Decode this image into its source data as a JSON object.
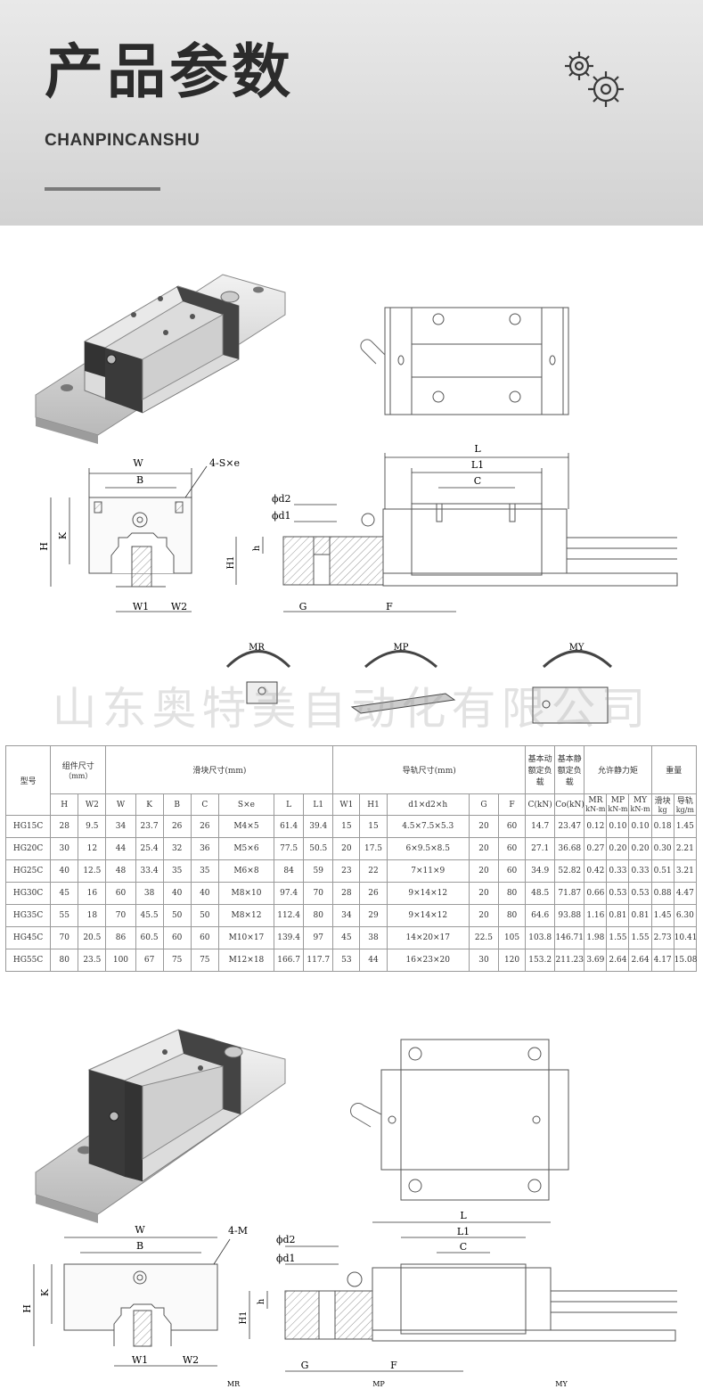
{
  "header": {
    "title": "产品参数",
    "subtitle": "CHANPINCANSHU"
  },
  "watermark": "山东奥特美自动化有限公司",
  "drawing1": {
    "labels": {
      "W": "W",
      "B": "B",
      "S": "4-S×e",
      "H": "H",
      "K": "K",
      "W1": "W1",
      "W2": "W2",
      "L": "L",
      "L1": "L1",
      "C": "C",
      "d2": "ϕd2",
      "d1": "ϕd1",
      "h": "h",
      "H1": "H1",
      "G": "G",
      "F": "F"
    },
    "moments": {
      "mr": "MR",
      "mp": "MP",
      "my": "MY"
    }
  },
  "table": {
    "groups": {
      "model": "型号",
      "assembly": "组件尺寸",
      "assembly_unit": "（mm）",
      "block": "滑块尺寸(mm)",
      "rail": "导轨尺寸(mm)",
      "dyn": "基本动额定负载",
      "stat": "基本静额定负载",
      "moment": "允许静力矩",
      "weight": "重量"
    },
    "cols": [
      "H",
      "W2",
      "W",
      "K",
      "B",
      "C",
      "S×e",
      "L",
      "L1",
      "W1",
      "H1",
      "d1×d2×h",
      "G",
      "F",
      "C(kN)",
      "Co(kN)",
      "MR",
      "MP",
      "MY",
      "滑块",
      "导轨"
    ],
    "units": {
      "mr": "kN-m",
      "mp": "kN-m",
      "my": "kN-m",
      "block": "kg",
      "rail": "kg/m"
    },
    "rows": [
      [
        "HG15C",
        "28",
        "9.5",
        "34",
        "23.7",
        "26",
        "26",
        "M4×5",
        "61.4",
        "39.4",
        "15",
        "15",
        "4.5×7.5×5.3",
        "20",
        "60",
        "14.7",
        "23.47",
        "0.12",
        "0.10",
        "0.10",
        "0.18",
        "1.45"
      ],
      [
        "HG20C",
        "30",
        "12",
        "44",
        "25.4",
        "32",
        "36",
        "M5×6",
        "77.5",
        "50.5",
        "20",
        "17.5",
        "6×9.5×8.5",
        "20",
        "60",
        "27.1",
        "36.68",
        "0.27",
        "0.20",
        "0.20",
        "0.30",
        "2.21"
      ],
      [
        "HG25C",
        "40",
        "12.5",
        "48",
        "33.4",
        "35",
        "35",
        "M6×8",
        "84",
        "59",
        "23",
        "22",
        "7×11×9",
        "20",
        "60",
        "34.9",
        "52.82",
        "0.42",
        "0.33",
        "0.33",
        "0.51",
        "3.21"
      ],
      [
        "HG30C",
        "45",
        "16",
        "60",
        "38",
        "40",
        "40",
        "M8×10",
        "97.4",
        "70",
        "28",
        "26",
        "9×14×12",
        "20",
        "80",
        "48.5",
        "71.87",
        "0.66",
        "0.53",
        "0.53",
        "0.88",
        "4.47"
      ],
      [
        "HG35C",
        "55",
        "18",
        "70",
        "45.5",
        "50",
        "50",
        "M8×12",
        "112.4",
        "80",
        "34",
        "29",
        "9×14×12",
        "20",
        "80",
        "64.6",
        "93.88",
        "1.16",
        "0.81",
        "0.81",
        "1.45",
        "6.30"
      ],
      [
        "HG45C",
        "70",
        "20.5",
        "86",
        "60.5",
        "60",
        "60",
        "M10×17",
        "139.4",
        "97",
        "45",
        "38",
        "14×20×17",
        "22.5",
        "105",
        "103.8",
        "146.71",
        "1.98",
        "1.55",
        "1.55",
        "2.73",
        "10.41"
      ],
      [
        "HG55C",
        "80",
        "23.5",
        "100",
        "67",
        "75",
        "75",
        "M12×18",
        "166.7",
        "117.7",
        "53",
        "44",
        "16×23×20",
        "30",
        "120",
        "153.2",
        "211.23",
        "3.69",
        "2.64",
        "2.64",
        "4.17",
        "15.08"
      ]
    ]
  },
  "drawing2": {
    "labels": {
      "W": "W",
      "B": "B",
      "M": "4-M",
      "H": "H",
      "K": "K",
      "W1": "W1",
      "W2": "W2",
      "L": "L",
      "L1": "L1",
      "C": "C",
      "d2": "ϕd2",
      "d1": "ϕd1",
      "h": "h",
      "H1": "H1",
      "G": "G",
      "F": "F"
    },
    "moments": {
      "mr": "MR",
      "mp": "MP",
      "my": "MY"
    }
  }
}
